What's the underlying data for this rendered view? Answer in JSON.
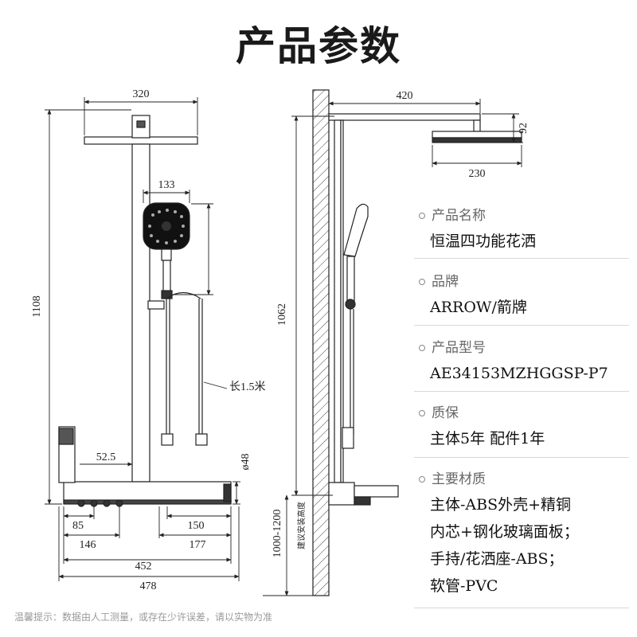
{
  "title": "产品参数",
  "front_view": {
    "dims": {
      "head_width": "320",
      "height": "1108",
      "hand_width": "133",
      "hose_length": "长1.5米",
      "offset": "52.5",
      "body_height": "ø48",
      "d85": "85",
      "d150": "150",
      "d146": "146",
      "d177": "177",
      "d452": "452",
      "d478": "478"
    }
  },
  "side_view": {
    "dims": {
      "arm_length": "420",
      "head_drop": "92",
      "head_diameter": "230",
      "height": "1062",
      "install_height": "1000-1200",
      "install_note": "建议安装高度"
    }
  },
  "specs": [
    {
      "label": "产品名称",
      "value": [
        "恒温四功能花洒"
      ]
    },
    {
      "label": "品牌",
      "value": [
        "ARROW/箭牌"
      ]
    },
    {
      "label": "产品型号",
      "value": [
        "AE34153MZHGGSP-P7"
      ]
    },
    {
      "label": "质保",
      "value": [
        "主体5年 配件1年"
      ]
    },
    {
      "label": "主要材质",
      "value": [
        "主体-ABS外壳+精铜",
        "内芯+钢化玻璃面板；",
        "手持/花洒座-ABS；",
        "软管-PVC"
      ]
    }
  ],
  "footer_tip": "温馨提示：数据由人工测量，或存在少许误差，请以实物为准",
  "colors": {
    "line": "#222222",
    "label": "#666666",
    "separator": "#d8d8d8"
  }
}
